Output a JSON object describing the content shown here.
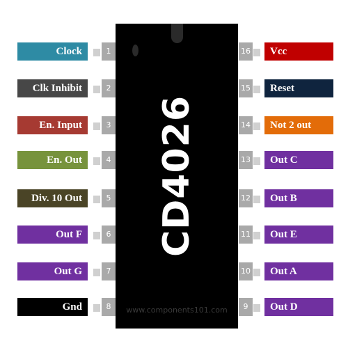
{
  "chip": {
    "name": "CD4026",
    "watermark": "www.components101.com"
  },
  "left_pins": [
    {
      "num": "1",
      "label": "Clock",
      "color": "#2e8ba4"
    },
    {
      "num": "2",
      "label": "Clk Inhibit",
      "color": "#474747"
    },
    {
      "num": "3",
      "label": "En. Input",
      "color": "#a63a32"
    },
    {
      "num": "4",
      "label": "En. Out",
      "color": "#77933c"
    },
    {
      "num": "5",
      "label": "Div. 10 Out",
      "color": "#4a4426"
    },
    {
      "num": "6",
      "label": "Out F",
      "color": "#7030a0"
    },
    {
      "num": "7",
      "label": "Out G",
      "color": "#7030a0"
    },
    {
      "num": "8",
      "label": "Gnd",
      "color": "#000000"
    }
  ],
  "right_pins": [
    {
      "num": "16",
      "label": "Vcc",
      "color": "#c00000"
    },
    {
      "num": "15",
      "label": "Reset",
      "color": "#0f243e"
    },
    {
      "num": "14",
      "label": "Not 2 out",
      "color": "#e36c09"
    },
    {
      "num": "13",
      "label": "Out C",
      "color": "#7030a0"
    },
    {
      "num": "12",
      "label": "Out B",
      "color": "#7030a0"
    },
    {
      "num": "11",
      "label": "Out E",
      "color": "#7030a0"
    },
    {
      "num": "10",
      "label": "Out A",
      "color": "#7030a0"
    },
    {
      "num": "9",
      "label": "Out D",
      "color": "#7030a0"
    }
  ]
}
